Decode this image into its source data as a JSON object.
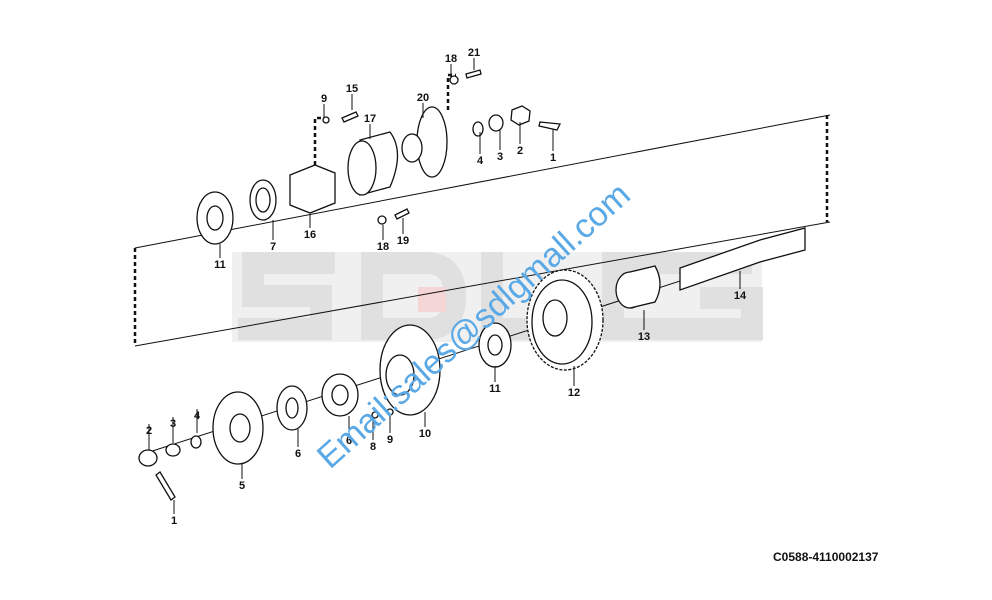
{
  "diagram": {
    "watermark_logo": "SDLG",
    "watermark_email": "Email:sales@sdlgmall.com",
    "drawing_code": "C0588-4110002137",
    "colors": {
      "watermark_gray": "#e6e6e6",
      "watermark_red": "#f4d6d6",
      "email_blue": "#5aa9e6"
    },
    "callouts": [
      "18",
      "21",
      "9",
      "15",
      "20",
      "17",
      "4",
      "3",
      "2",
      "1",
      "11",
      "7",
      "16",
      "18",
      "19",
      "14",
      "13",
      "12",
      "11",
      "10",
      "9",
      "8",
      "6",
      "6",
      "5",
      "4",
      "3",
      "2",
      "1"
    ]
  }
}
